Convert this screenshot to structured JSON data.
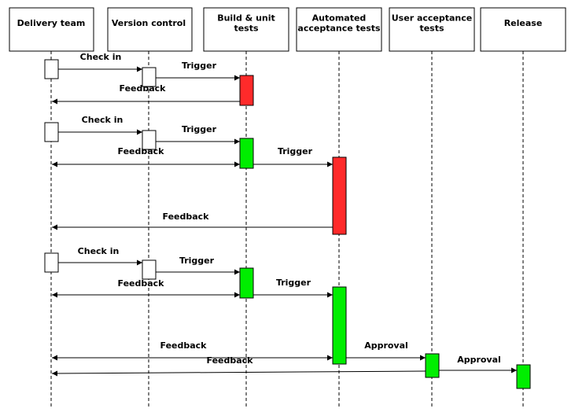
{
  "participants": [
    {
      "id": "delivery",
      "lines": [
        "Delivery team"
      ]
    },
    {
      "id": "vcs",
      "lines": [
        "Version control"
      ]
    },
    {
      "id": "build",
      "lines": [
        "Build & unit",
        "tests"
      ]
    },
    {
      "id": "acceptance",
      "lines": [
        "Automated",
        "acceptance tests"
      ]
    },
    {
      "id": "uat",
      "lines": [
        "User acceptance",
        "tests"
      ]
    },
    {
      "id": "release",
      "lines": [
        "Release"
      ]
    }
  ],
  "colors": {
    "fail": "#ff2a2a",
    "pass": "#00ee00",
    "neutral": "#ffffff",
    "line": "#000000"
  },
  "labels": {
    "check_in": "Check in",
    "trigger": "Trigger",
    "feedback": "Feedback",
    "approval": "Approval"
  },
  "activations": [
    {
      "participant": "delivery",
      "status": "neutral"
    },
    {
      "participant": "vcs",
      "status": "neutral"
    },
    {
      "participant": "build",
      "status": "fail"
    },
    {
      "participant": "delivery",
      "status": "neutral"
    },
    {
      "participant": "vcs",
      "status": "neutral"
    },
    {
      "participant": "build",
      "status": "pass"
    },
    {
      "participant": "acceptance",
      "status": "fail"
    },
    {
      "participant": "delivery",
      "status": "neutral"
    },
    {
      "participant": "vcs",
      "status": "neutral"
    },
    {
      "participant": "build",
      "status": "pass"
    },
    {
      "participant": "acceptance",
      "status": "pass"
    },
    {
      "participant": "uat",
      "status": "pass"
    },
    {
      "participant": "release",
      "status": "pass"
    }
  ],
  "messages": [
    {
      "from": "delivery",
      "to": "vcs",
      "label": "check_in"
    },
    {
      "from": "vcs",
      "to": "build",
      "label": "trigger"
    },
    {
      "from": "build",
      "to": "delivery",
      "label": "feedback"
    },
    {
      "from": "delivery",
      "to": "vcs",
      "label": "check_in"
    },
    {
      "from": "vcs",
      "to": "build",
      "label": "trigger"
    },
    {
      "from": "build",
      "to": "delivery",
      "label": "feedback"
    },
    {
      "from": "build",
      "to": "acceptance",
      "label": "trigger"
    },
    {
      "from": "acceptance",
      "to": "delivery",
      "label": "feedback"
    },
    {
      "from": "delivery",
      "to": "vcs",
      "label": "check_in"
    },
    {
      "from": "vcs",
      "to": "build",
      "label": "trigger"
    },
    {
      "from": "build",
      "to": "delivery",
      "label": "feedback"
    },
    {
      "from": "build",
      "to": "acceptance",
      "label": "trigger"
    },
    {
      "from": "acceptance",
      "to": "delivery",
      "label": "feedback"
    },
    {
      "from": "acceptance",
      "to": "uat",
      "label": "approval"
    },
    {
      "from": "uat",
      "to": "delivery",
      "label": "feedback"
    },
    {
      "from": "uat",
      "to": "release",
      "label": "approval"
    }
  ]
}
